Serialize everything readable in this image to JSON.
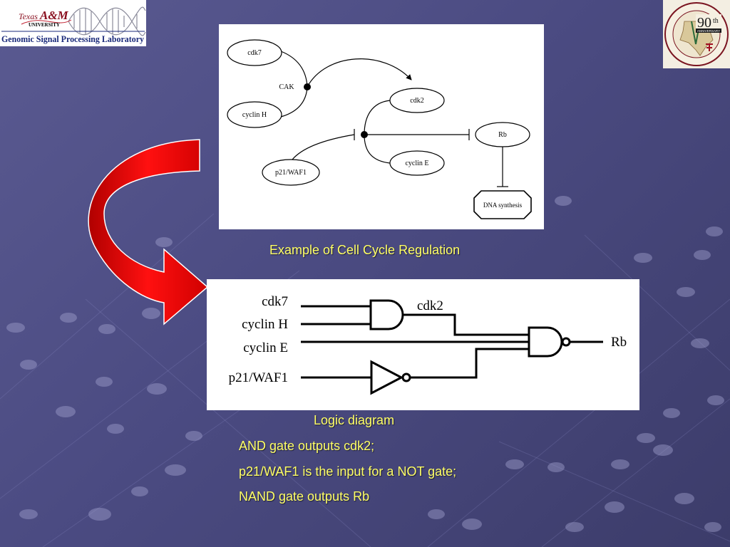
{
  "theme": {
    "background": "#4b4b82",
    "caption_color": "#ffff66",
    "arrow_color": "#e00000",
    "logo_text_color": "#1a2a7a"
  },
  "logos": {
    "gsp_lab": {
      "texas": "Texas",
      "am": "A&M",
      "university": "UNIVERSITY",
      "lab_name": "Genomic Signal Processing Laboratory"
    },
    "vet_anniversary": {
      "number": "90",
      "suffix": "th",
      "ribbon": "ANNIVERSARY"
    }
  },
  "pathway_diagram": {
    "nodes": {
      "cdk7": "cdk7",
      "cyclin_h": "cyclin H",
      "cak": "CAK",
      "cdk2": "cdk2",
      "cyclin_e": "cyclin E",
      "p21": "p21/WAF1",
      "rb": "Rb",
      "dna_synthesis": "DNA synthesis"
    },
    "caption": "Example of Cell Cycle Regulation"
  },
  "logic_diagram": {
    "inputs": {
      "cdk7": "cdk7",
      "cyclin_h": "cyclin H",
      "cyclin_e": "cyclin E",
      "p21": "p21/WAF1"
    },
    "intermediate": "cdk2",
    "output": "Rb",
    "caption": "Logic diagram"
  },
  "notes": [
    "AND gate outputs cdk2;",
    "p21/WAF1 is the input for a NOT gate;",
    "NAND gate outputs Rb"
  ]
}
